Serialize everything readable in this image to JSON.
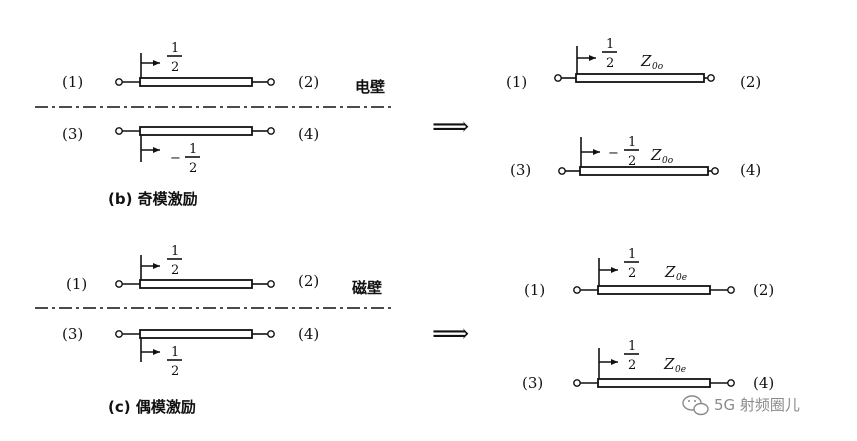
{
  "odd": {
    "caption": "(b) 奇模激励",
    "wall_label": "电壁",
    "port1": "(1)",
    "port2": "(2)",
    "port3": "(3)",
    "port4": "(4)",
    "top_num": "1",
    "top_den": "2",
    "bot_sign": "−",
    "bot_num": "1",
    "bot_den": "2",
    "eq_top": {
      "port_left": "(1)",
      "port_right": "(2)",
      "num": "1",
      "den": "2",
      "z_main": "Z",
      "z_sub": "0o"
    },
    "eq_bot": {
      "port_left": "(3)",
      "port_right": "(4)",
      "sign": "−",
      "num": "1",
      "den": "2",
      "z_main": "Z",
      "z_sub": "0o"
    }
  },
  "even": {
    "caption": "(c) 偶模激励",
    "wall_label": "磁壁",
    "port1": "(1)",
    "port2": "(2)",
    "port3": "(3)",
    "port4": "(4)",
    "top_num": "1",
    "top_den": "2",
    "bot_num": "1",
    "bot_den": "2",
    "eq_top": {
      "port_left": "(1)",
      "port_right": "(2)",
      "num": "1",
      "den": "2",
      "z_main": "Z",
      "z_sub": "0e"
    },
    "eq_bot": {
      "port_left": "(3)",
      "port_right": "(4)",
      "num": "1",
      "den": "2",
      "z_main": "Z",
      "z_sub": "0e"
    }
  },
  "arrow_glyph": "⟹",
  "watermark": "5G 射频圈儿",
  "watermark_icon": "wechat-icon"
}
